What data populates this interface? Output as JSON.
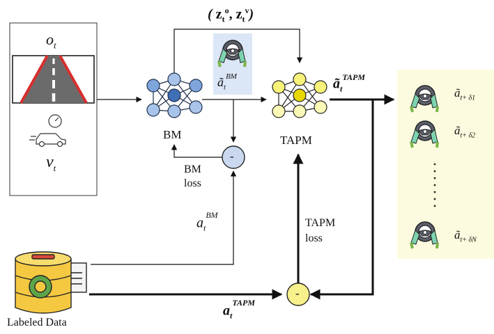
{
  "input": {
    "obs_var": "o",
    "obs_sub": "t",
    "vel_var": "v",
    "vel_sub": "t"
  },
  "bm": {
    "label": "BM",
    "loss_label_line1": "BM",
    "loss_label_line2": "loss",
    "minus": "-"
  },
  "bm_output": {
    "var": "ã",
    "sub": "t",
    "sup": "BM"
  },
  "latent": {
    "open": "(",
    "z1": "z",
    "z1_sub": "t",
    "z1_sup": "o",
    "comma": ",",
    "z2": "z",
    "z2_sub": "t",
    "z2_sup": "v",
    "close": ")"
  },
  "tapm": {
    "label": "TAPM",
    "loss_label_line1": "TAPM",
    "loss_label_line2": "loss",
    "minus": "-"
  },
  "tapm_output": {
    "var": "ã",
    "sub": "t",
    "sup": "TAPM"
  },
  "label_bm": {
    "var": "a",
    "sub": "t",
    "sup": "BM"
  },
  "label_tapm": {
    "var": "a",
    "sub": "t",
    "sup": "TAPM"
  },
  "dataset": {
    "label": "Labeled Data"
  },
  "predictions": [
    {
      "var": "ã",
      "sub": "t+ δ1"
    },
    {
      "var": "ã",
      "sub": "t+ δ2"
    },
    {
      "var": "ã",
      "sub": "t+ δN"
    }
  ],
  "colors": {
    "bm_node": "#7ea6dd",
    "bm_node_dark": "#3f6fb5",
    "tapm_node": "#f7f27a",
    "tapm_node_dark": "#d8c800",
    "highlight_bg": "#dbe6f7",
    "predict_bg": "#fcfbdf",
    "subtract_bm": "#c9d8ee",
    "subtract_tapm": "#f8f08a",
    "road": "#666666",
    "road_edge": "#d62f2f"
  }
}
